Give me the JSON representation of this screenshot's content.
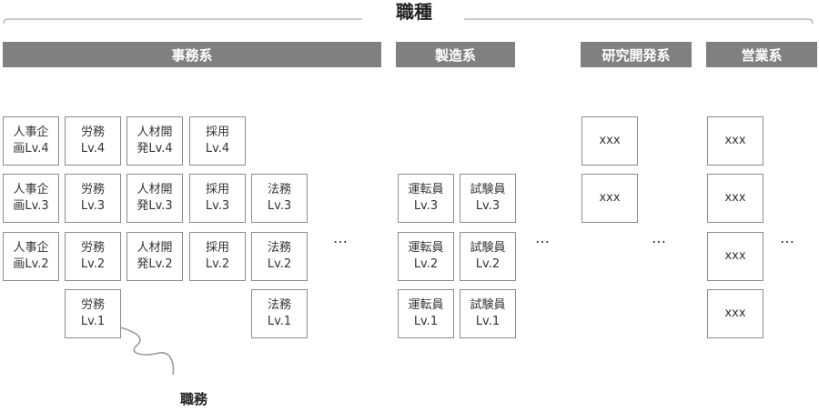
{
  "title": "職種",
  "categories": [
    {
      "label": "事務系"
    },
    {
      "label": "製造系"
    },
    {
      "label": "研究開発系"
    },
    {
      "label": "営業系"
    }
  ],
  "job_label": "職務",
  "ellipsis": "…",
  "boxes": {
    "jinji4": "人事企\n画Lv.4",
    "jinji3": "人事企\n画Lv.3",
    "jinji2": "人事企\n画Lv.2",
    "roumu4": "労務\nLv.4",
    "roumu3": "労務\nLv.3",
    "roumu2": "労務\nLv.2",
    "roumu1": "労務\nLv.1",
    "jinzai4": "人材開\n発Lv.4",
    "jinzai3": "人材開\n発Lv.3",
    "jinzai2": "人材開\n発Lv.2",
    "saiyou4": "採用\nLv.4",
    "saiyou3": "採用\nLv.3",
    "saiyou2": "採用\nLv.2",
    "houmu3": "法務\nLv.3",
    "houmu2": "法務\nLv.2",
    "houmu1": "法務\nLv.1",
    "unten3": "運転員\nLv.3",
    "unten2": "運転員\nLv.2",
    "unten1": "運転員\nLv.1",
    "shiken3": "試験員\nLv.3",
    "shiken2": "試験員\nLv.2",
    "shiken1": "試験員\nLv.1",
    "research1": "xxx",
    "research2": "xxx",
    "sales1": "xxx",
    "sales2": "xxx",
    "sales3": "xxx",
    "sales4": "xxx"
  }
}
